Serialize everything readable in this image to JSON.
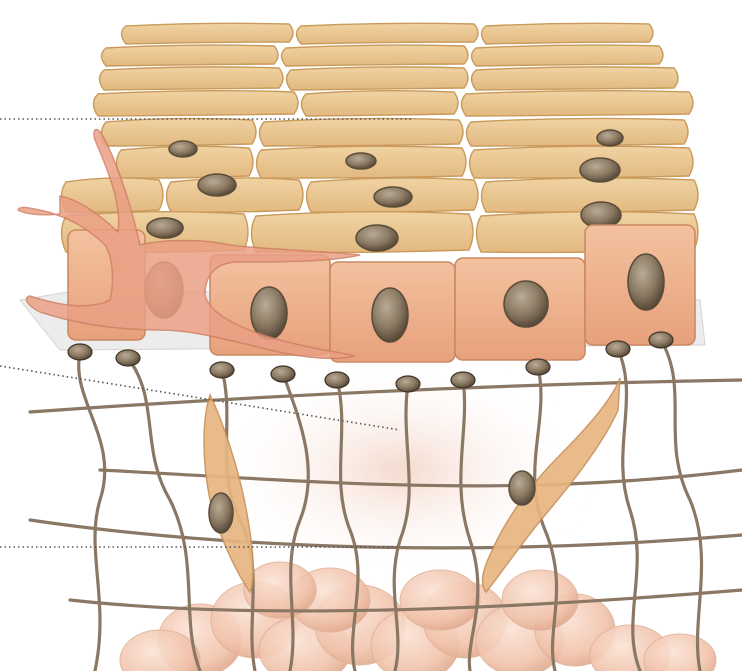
{
  "diagram": {
    "subject": "skin-epidermis-dermis-cross-section",
    "leader_lines": [
      "stratum-corneum",
      "basement-membrane",
      "dermis-fibers"
    ],
    "colors": {
      "background": "#ffffff",
      "keratinocyte_fill": "#e8c58f",
      "keratinocyte_stroke": "#c99a5b",
      "basal_cell_fill": "#f0b48e",
      "basal_cell_stroke": "#c98a63",
      "melanocyte_fill": "#e8957a",
      "nucleus_fill": "#8b7a63",
      "nucleus_stroke": "#5b4c3a",
      "basement_membrane": "#e6e6e6",
      "fiber_color": "#8a7764",
      "fibroblast_fill": "#e8b681",
      "fat_cell_fill": "#f4cbb6",
      "leader_line": "#555555"
    }
  }
}
